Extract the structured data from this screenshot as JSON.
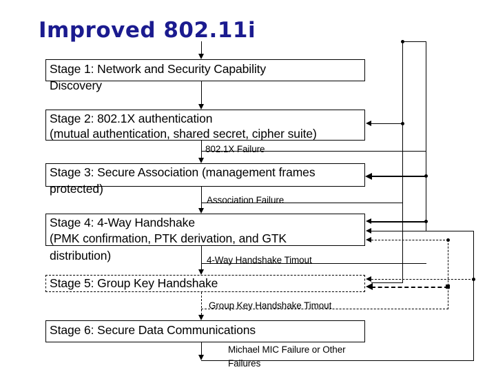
{
  "slide": {
    "title": "Improved 802.11i",
    "title_color": "#1b1b8f",
    "background": "#ffffff",
    "line_color": "#000000"
  },
  "stages": [
    {
      "id": "stage-1",
      "line1": "Stage 1: Network and Security Capability",
      "line2": "Discovery",
      "border": "solid"
    },
    {
      "id": "stage-2",
      "line1": "Stage 2: 802.1X authentication",
      "line2": "(mutual authentication, shared secret, cipher suite)",
      "border": "solid"
    },
    {
      "id": "stage-3",
      "line1": "Stage 3: Secure Association (management frames",
      "line2": "protected)",
      "border": "solid"
    },
    {
      "id": "stage-4",
      "line1": "Stage 4: 4-Way Handshake",
      "line2": "(PMK confirmation, PTK derivation, and GTK",
      "line3": "distribution)",
      "border": "solid"
    },
    {
      "id": "stage-5",
      "line1": "Stage 5: Group Key Handshake",
      "border": "dashed"
    },
    {
      "id": "stage-6",
      "line1": "Stage 6: Secure Data Communications",
      "border": "solid"
    }
  ],
  "edge_labels": {
    "failure_8021x": "802.1X Failure",
    "failure_association": "Association Failure",
    "timeout_4way": "4-Way Handshake Timout",
    "timeout_group_key": "Group Key Handshake Timout",
    "failure_michael_line1": "Michael MIC Failure or Other",
    "failure_michael_line2": "Failures"
  }
}
